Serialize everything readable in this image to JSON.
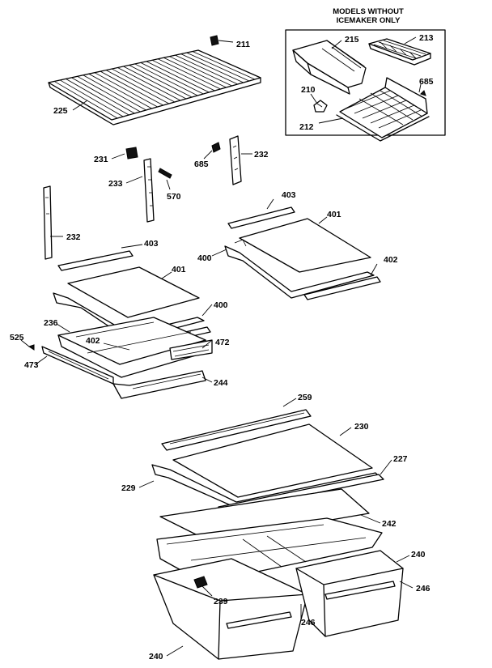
{
  "inset": {
    "title_line1": "MODELS WITHOUT",
    "title_line2": "ICEMAKER ONLY"
  },
  "callouts": [
    {
      "id": "c211",
      "text": "211"
    },
    {
      "id": "c225",
      "text": "225"
    },
    {
      "id": "c215",
      "text": "215"
    },
    {
      "id": "c213",
      "text": "213"
    },
    {
      "id": "c210",
      "text": "210"
    },
    {
      "id": "c685a",
      "text": "685"
    },
    {
      "id": "c212",
      "text": "212"
    },
    {
      "id": "c231",
      "text": "231"
    },
    {
      "id": "c233",
      "text": "233"
    },
    {
      "id": "c570",
      "text": "570"
    },
    {
      "id": "c685b",
      "text": "685"
    },
    {
      "id": "c232a",
      "text": "232"
    },
    {
      "id": "c232b",
      "text": "232"
    },
    {
      "id": "c403a",
      "text": "403"
    },
    {
      "id": "c401a",
      "text": "401"
    },
    {
      "id": "c400a",
      "text": "400"
    },
    {
      "id": "c402a",
      "text": "402"
    },
    {
      "id": "c403b",
      "text": "403"
    },
    {
      "id": "c401b",
      "text": "401"
    },
    {
      "id": "c400b",
      "text": "400"
    },
    {
      "id": "c525",
      "text": "525"
    },
    {
      "id": "c236",
      "text": "236"
    },
    {
      "id": "c402b",
      "text": "402"
    },
    {
      "id": "c472",
      "text": "472"
    },
    {
      "id": "c473",
      "text": "473"
    },
    {
      "id": "c244",
      "text": "244"
    },
    {
      "id": "c259",
      "text": "259"
    },
    {
      "id": "c230",
      "text": "230"
    },
    {
      "id": "c227",
      "text": "227"
    },
    {
      "id": "c229",
      "text": "229"
    },
    {
      "id": "c242",
      "text": "242"
    },
    {
      "id": "c240a",
      "text": "240"
    },
    {
      "id": "c246a",
      "text": "246"
    },
    {
      "id": "c239",
      "text": "239"
    },
    {
      "id": "c246b",
      "text": "246"
    },
    {
      "id": "c240b",
      "text": "240"
    }
  ]
}
